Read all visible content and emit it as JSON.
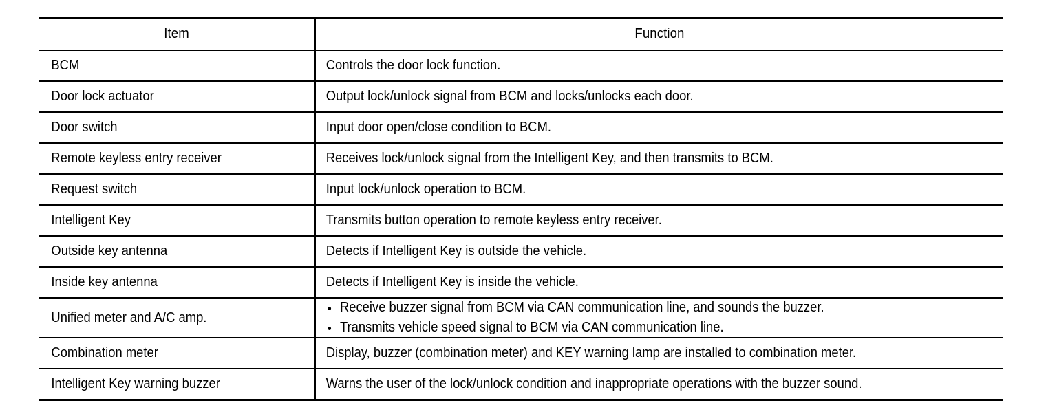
{
  "table": {
    "headers": {
      "item": "Item",
      "function": "Function"
    },
    "rows": [
      {
        "item": "BCM",
        "function": "Controls the door lock function."
      },
      {
        "item": "Door lock actuator",
        "function": "Output lock/unlock signal from BCM and locks/unlocks each door."
      },
      {
        "item": "Door switch",
        "function": "Input door open/close condition to BCM."
      },
      {
        "item": "Remote keyless entry receiver",
        "function": "Receives lock/unlock signal from the Intelligent Key, and then transmits to BCM."
      },
      {
        "item": "Request switch",
        "function": "Input lock/unlock operation to BCM."
      },
      {
        "item": "Intelligent Key",
        "function": "Transmits button operation to remote keyless entry receiver."
      },
      {
        "item": "Outside key antenna",
        "function": "Detects if Intelligent Key is outside the vehicle."
      },
      {
        "item": "Inside key antenna",
        "function": "Detects if Intelligent Key is inside the vehicle."
      },
      {
        "item": "Unified meter and A/C amp.",
        "function_bullets": [
          "Receive buzzer signal from BCM via CAN communication line, and sounds the buzzer.",
          "Transmits vehicle speed signal to BCM via CAN communication line."
        ]
      },
      {
        "item": "Combination meter",
        "function": "Display, buzzer (combination meter) and KEY warning lamp are installed to combination meter."
      },
      {
        "item": "Intelligent Key warning buzzer",
        "function": "Warns the user of the lock/unlock condition and inappropriate operations with the buzzer sound."
      }
    ]
  },
  "colors": {
    "rule": "#000000",
    "text": "#000000",
    "background": "#ffffff"
  }
}
